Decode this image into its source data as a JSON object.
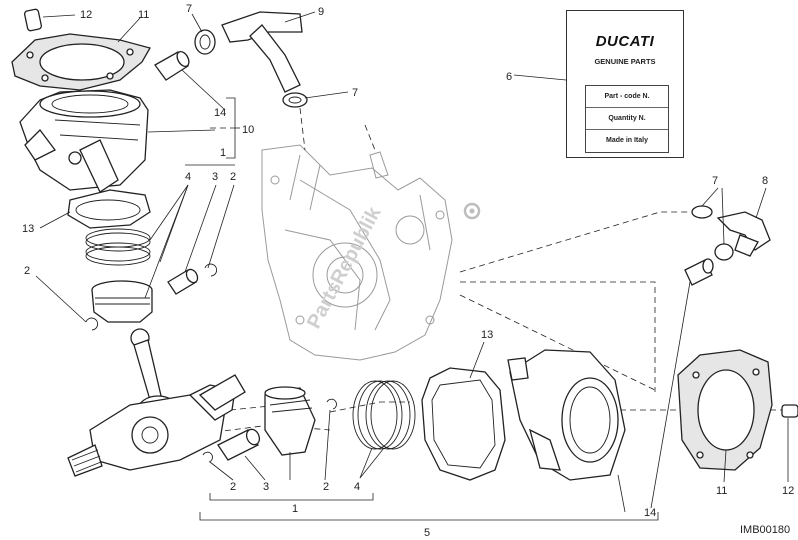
{
  "parts_card": {
    "brand": "DUCATI",
    "tagline": "GENUINE PARTS",
    "rows": [
      "Part - code N.",
      "Quantity N.",
      "Made in Italy"
    ]
  },
  "image_code": "IMB00180",
  "watermark": "PartsRepublik",
  "callouts": {
    "c1_top": "1",
    "c2_upper": "2",
    "c3_upper": "3",
    "c4_upper": "4",
    "c2_left": "2",
    "c5": "5",
    "c6": "6",
    "c7_top": "7",
    "c7_mid": "7",
    "c7_right": "7",
    "c8": "8",
    "c9": "9",
    "c10": "10",
    "c11_top": "11",
    "c11_bottom": "11",
    "c12_top": "12",
    "c12_bottom": "12",
    "c13_left": "13",
    "c13_mid": "13",
    "c14_top": "14",
    "c14_bottom": "14",
    "c2_bl": "2",
    "c3_bottom": "3",
    "c1_bottom": "1",
    "c2_bm": "2",
    "c4_bottom": "4"
  }
}
